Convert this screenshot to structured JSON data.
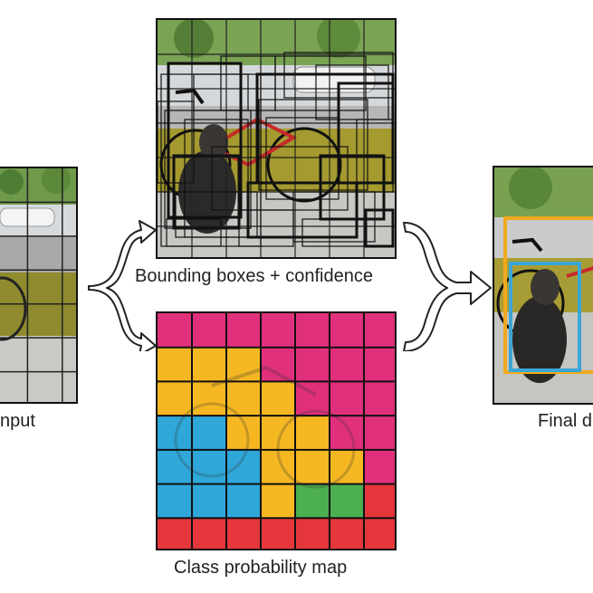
{
  "labels": {
    "input": "nput",
    "boxes": "Bounding boxes + confidence",
    "probmap": "Class probability map",
    "final": "Final d"
  },
  "colors": {
    "magenta": "#e0307c",
    "yellow": "#f5b722",
    "blue": "#2fa7d9",
    "green": "#4caf50",
    "red": "#e4363b",
    "grid": "#111111",
    "box_yellow": "#f0a81e",
    "box_blue": "#3aa6d6"
  },
  "grid_size": 7,
  "class_map": [
    [
      "m",
      "m",
      "m",
      "m",
      "m",
      "m",
      "m"
    ],
    [
      "y",
      "y",
      "y",
      "m",
      "m",
      "m",
      "m"
    ],
    [
      "y",
      "y",
      "y",
      "y",
      "m",
      "m",
      "m"
    ],
    [
      "b",
      "b",
      "y",
      "y",
      "y",
      "m",
      "m"
    ],
    [
      "b",
      "b",
      "b",
      "y",
      "y",
      "y",
      "m"
    ],
    [
      "b",
      "b",
      "b",
      "y",
      "g",
      "g",
      "r"
    ],
    [
      "r",
      "r",
      "r",
      "r",
      "r",
      "r",
      "r"
    ]
  ],
  "icons": {
    "arrow_split": "split-arrow-icon",
    "arrow_merge": "merge-arrow-icon"
  }
}
